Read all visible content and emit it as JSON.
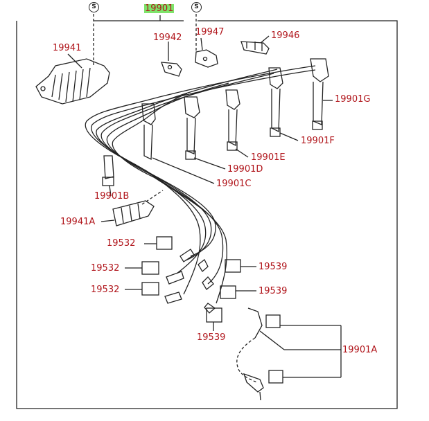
{
  "colors": {
    "label": "#b0141a",
    "highlight": "#7ee36a",
    "line": "#222222"
  },
  "header": {
    "part_number": "19901"
  },
  "symbols": {
    "left": "S",
    "right": "S"
  },
  "labels": {
    "p19941": "19941",
    "p19942": "19942",
    "p19947": "19947",
    "p19946": "19946",
    "p19901G": "19901G",
    "p19901F": "19901F",
    "p19901E": "19901E",
    "p19901D": "19901D",
    "p19901C": "19901C",
    "p19901B": "19901B",
    "p19941A": "19941A",
    "p19532a": "19532",
    "p19532b": "19532",
    "p19532c": "19532",
    "p19539a": "19539",
    "p19539b": "19539",
    "p19539c": "19539",
    "p19901A": "19901A"
  }
}
